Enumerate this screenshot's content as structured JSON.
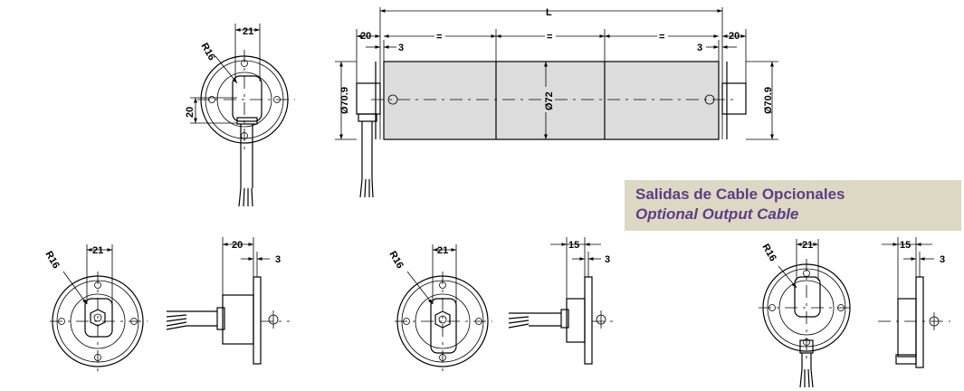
{
  "colors": {
    "caption_bg": "#dcd8c4",
    "caption_text": "#5e3d84",
    "tube_fill": "#dcdcdc"
  },
  "caption": {
    "es": "Salidas de Cable Opcionales",
    "en": "Optional Output Cable"
  },
  "main_view": {
    "dim_L": "L",
    "dim_20_left": "20",
    "dim_3_left": "3",
    "dim_eq_1": "=",
    "dim_eq_2": "=",
    "dim_eq_3": "=",
    "dim_3_right": "3",
    "dim_20_right": "20",
    "dim_dia_left": "Ø70.9",
    "dim_dia_center": "Ø72",
    "dim_dia_right": "Ø70.9"
  },
  "top_end_view": {
    "radius": "R16",
    "dim_21": "21",
    "dim_20": "20"
  },
  "option_1": {
    "radius": "R16",
    "dim_21": "21",
    "dim_20": "20",
    "dim_3": "3"
  },
  "option_2": {
    "radius": "R16",
    "dim_21": "21",
    "dim_15": "15",
    "dim_3": "3"
  },
  "option_3": {
    "radius": "R16",
    "dim_21": "21",
    "dim_15": "15",
    "dim_3": "3"
  }
}
